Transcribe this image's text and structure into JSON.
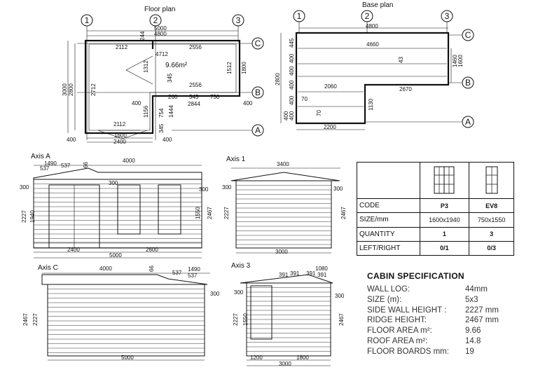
{
  "floor_plan": {
    "title": "Floor plan",
    "axes": [
      "1",
      "2",
      "3",
      "C",
      "B",
      "A"
    ],
    "area_label": "9.66m²",
    "dims": {
      "d5000": "5000",
      "d4800": "4800",
      "d244": "244",
      "d2112a": "2112",
      "d2556a": "2556",
      "d4712": "4712",
      "d1312": "1312",
      "d1512": "1512",
      "d1800": "1800",
      "d3000": "3000",
      "d2800": "2800",
      "d2712": "2712",
      "d345": "345",
      "d2556b": "2556",
      "d400a": "400",
      "d260": "260",
      "d545": "545",
      "d750": "750",
      "d400b": "400",
      "d2844": "2844",
      "d1156": "1156",
      "d754": "754",
      "d1444": "1444",
      "d345b": "345",
      "d2112b": "2112",
      "d1600": "1600",
      "d2400": "2400",
      "d400c": "400",
      "d400d": "400"
    }
  },
  "base_plan": {
    "title": "Base plan",
    "axes": [
      "1",
      "2",
      "3",
      "C",
      "B",
      "A"
    ],
    "dims": {
      "d4800": "4800",
      "d4660": "4660",
      "d445": "445",
      "d400a": "400",
      "d400b": "400",
      "d400c": "400",
      "d1460": "1460",
      "d1600": "1600",
      "d43": "43",
      "d2800": "2800",
      "d2060": "2060",
      "d2670": "2670",
      "d400d": "400",
      "d400e": "400",
      "d400f": "400",
      "d70a": "70",
      "d70b": "70",
      "d1130": "1130",
      "d2200": "2200"
    }
  },
  "axis_a": {
    "title": "Axis A",
    "dims": {
      "d4000": "4000",
      "d1490": "1490",
      "d537a": "537",
      "d537b": "537",
      "d66": "66",
      "d300a": "300",
      "d300b": "300",
      "d300c": "300",
      "d2227": "2227",
      "d1940": "1940",
      "d1550": "1550",
      "d2467": "2467",
      "d2400": "2400",
      "d2600": "2600",
      "d5000": "5000"
    }
  },
  "axis_1": {
    "title": "Axis 1",
    "dims": {
      "d3400": "3400",
      "d300a": "300",
      "d300b": "300",
      "d2227": "2227",
      "d2467": "2467",
      "d3000": "3000"
    }
  },
  "axis_c": {
    "title": "Axis C",
    "dims": {
      "d4000": "4000",
      "d66": "66",
      "d537a": "537",
      "d1490": "1490",
      "d537b": "537",
      "d300": "300",
      "d2467": "2467",
      "d2227": "2227",
      "d5000": "5000"
    }
  },
  "axis_3": {
    "title": "Axis 3",
    "dims": {
      "d1080": "1080",
      "d391a": "391",
      "d391b": "391",
      "d391c": "391",
      "d391d": "391",
      "d300a": "300",
      "d300b": "300",
      "d2227": "2227",
      "d1550": "1550",
      "d2467": "2467",
      "d1200": "1200",
      "d1800": "1800",
      "d3000": "3000"
    }
  },
  "window_table": {
    "rows": [
      {
        "label": "CODE",
        "p3": "P3",
        "ev8": "EV8"
      },
      {
        "label": "SIZE/mm",
        "p3": "1600x1940",
        "ev8": "750x1550"
      },
      {
        "label": "QUANTITY",
        "p3": "1",
        "ev8": "3"
      },
      {
        "label": "LEFT/RIGHT",
        "p3": "0/1",
        "ev8": "0/3"
      }
    ]
  },
  "spec": {
    "title": "CABIN SPECIFICATION",
    "rows": [
      {
        "label": "WALL LOG:",
        "value": "44mm"
      },
      {
        "label": "SIZE (m):",
        "value": "5x3"
      },
      {
        "label": "SIDE WALL HEIGHT :",
        "value": "2227 mm"
      },
      {
        "label": "RIDGE HEIGHT:",
        "value": "2467 mm"
      },
      {
        "label": "FLOOR AREA m²:",
        "value": "9.66"
      },
      {
        "label": "ROOF AREA m²:",
        "value": "14.8"
      },
      {
        "label": "FLOOR BOARDS mm:",
        "value": "19"
      }
    ]
  }
}
